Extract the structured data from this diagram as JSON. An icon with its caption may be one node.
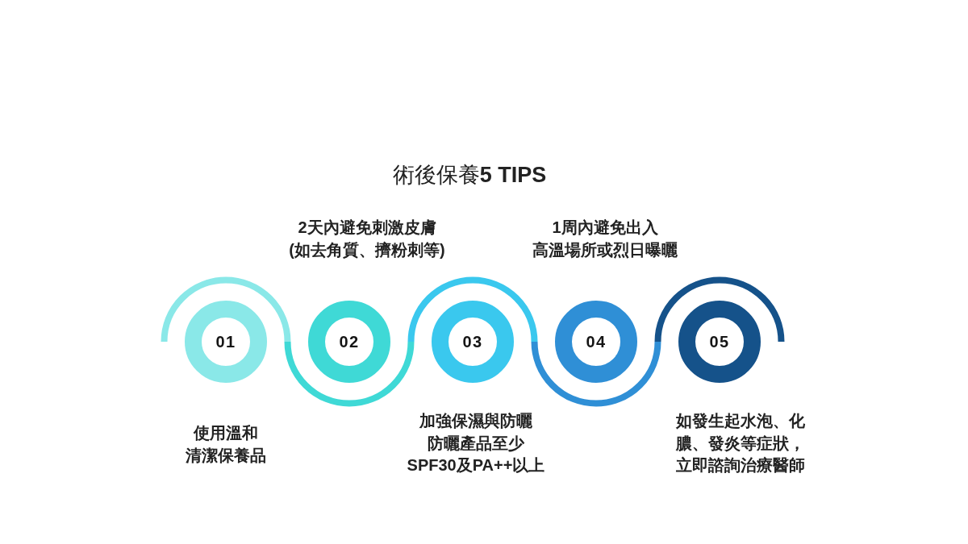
{
  "diagram": {
    "title": "術後保養**5 TIPS**",
    "nodes": [
      {
        "text": [
          "01"
        ],
        "beside": [
          "使用溫和清潔保養品"
        ]
      },
      {
        "text": [
          "02"
        ],
        "beside": [
          "2天內避免刺激皮膚(如去角質、擠粉刺等)"
        ]
      },
      {
        "text": [
          "03"
        ],
        "beside": [
          "加強保濕與防曬防曬產品至少SPF30及PA++以上"
        ]
      },
      {
        "text": [
          "04"
        ],
        "beside": [
          "1周內避免出入高溫場所或烈日曝曬"
        ]
      },
      {
        "text": [
          "05"
        ],
        "beside": [
          "如發生起水泡、化膿、發炎等症狀，立即諮詢治療醫師"
        ]
      }
    ]
  }
}
